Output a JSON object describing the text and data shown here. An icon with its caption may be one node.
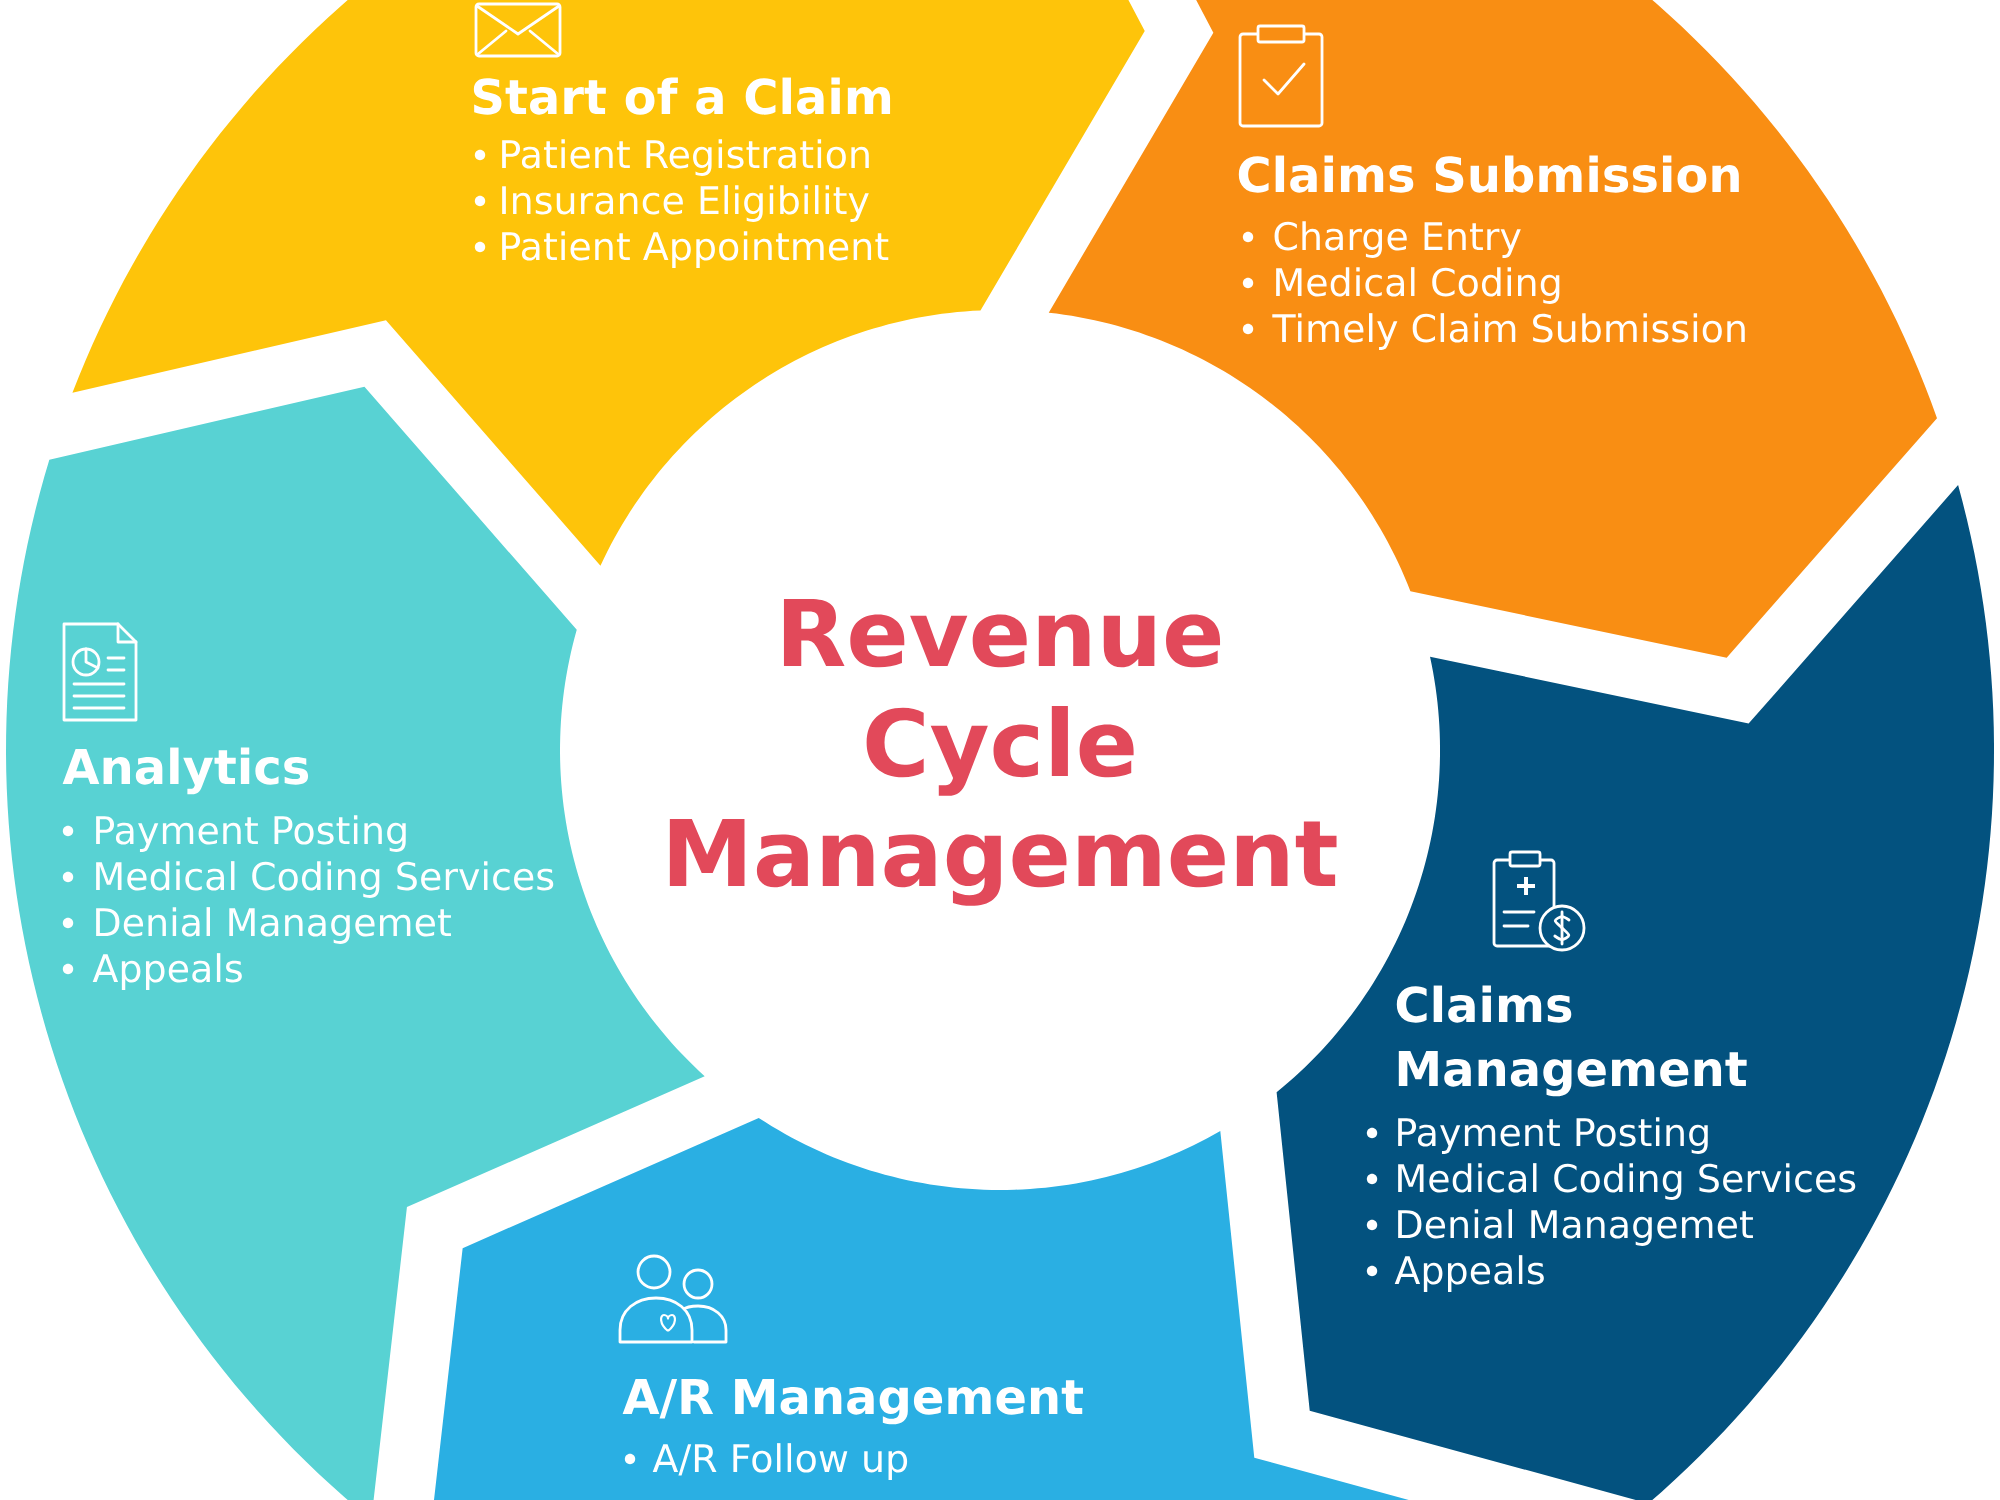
{
  "diagram": {
    "nodes": [
      {
        "text": [
          "Start of a Claim",
          "Patient Registration",
          "Insurance Eligibility",
          "Patient Appointment"
        ]
      },
      {
        "text": [
          "Claims Submission",
          "Charge Entry",
          "Medical Coding",
          "Timely Claim Submission"
        ]
      },
      {
        "text": [
          "Revenue Cycle Management"
        ]
      },
      {
        "text": [
          "Analytics",
          "Payment Posting",
          "Medical Coding Services",
          "Denial Managemet",
          "Appeals"
        ]
      },
      {
        "text": [
          "Claims Management",
          "Payment Posting",
          "Medical Coding Services",
          "Denial Managemet",
          "Appeals"
        ]
      },
      {
        "text": [
          "A/R Management",
          "A/R Follow up"
        ]
      }
    ]
  }
}
